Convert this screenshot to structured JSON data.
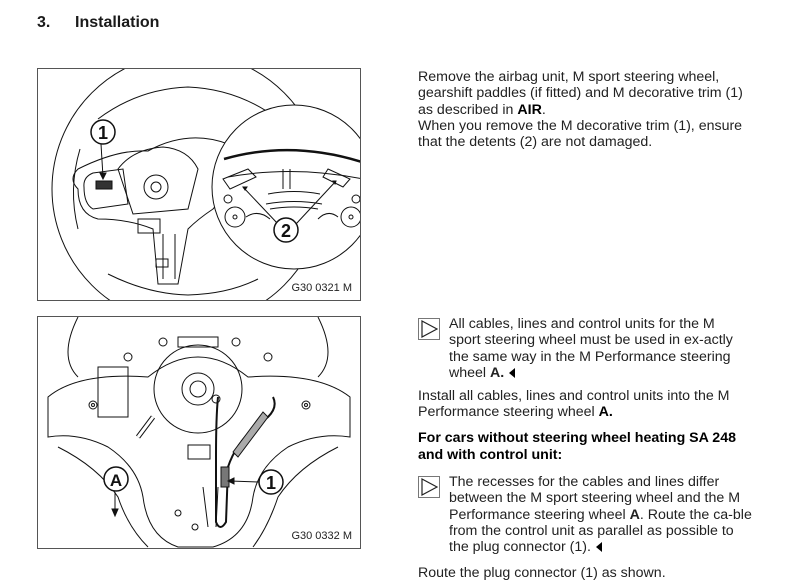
{
  "section": {
    "number": "3.",
    "title": "Installation"
  },
  "figures": [
    {
      "code": "G30 0321 M",
      "callouts": [
        "1",
        "2"
      ],
      "description": "M sport steering wheel with M decorative trim (1) and detail view of detents (2)"
    },
    {
      "code": "G30 0332 M",
      "callouts": [
        "A",
        "1"
      ],
      "description": "Rear of M Performance steering wheel A with plug connector (1) routing"
    }
  ],
  "paragraphs": {
    "remove_p1_a": "Remove the airbag unit, M sport steering wheel, gearshift paddles (if fitted) and M decorative trim (1) as described in ",
    "remove_p1_bold": "AIR",
    "remove_p1_b": ".",
    "remove_p2": "When you remove the M decorative trim (1), ensure that the detents (2) are not damaged.",
    "note1_a": "All cables, lines and control units for the M sport steering wheel must be used in ex-actly the same way in the M Performance steering wheel ",
    "note1_bold": "A.",
    "install_a": "Install all cables, lines and control units into the M Performance steering wheel ",
    "install_bold": "A.",
    "subheading": "For cars without steering wheel heating SA 248 and with control unit:",
    "note2_a": "The recesses for the cables and lines differ between the M sport steering wheel and the M Performance steering wheel ",
    "note2_bold": "A",
    "note2_b": ". Route the ca-ble from the control unit as parallel as possible to the plug connector (1).",
    "route": "Route the plug connector (1) as shown."
  }
}
